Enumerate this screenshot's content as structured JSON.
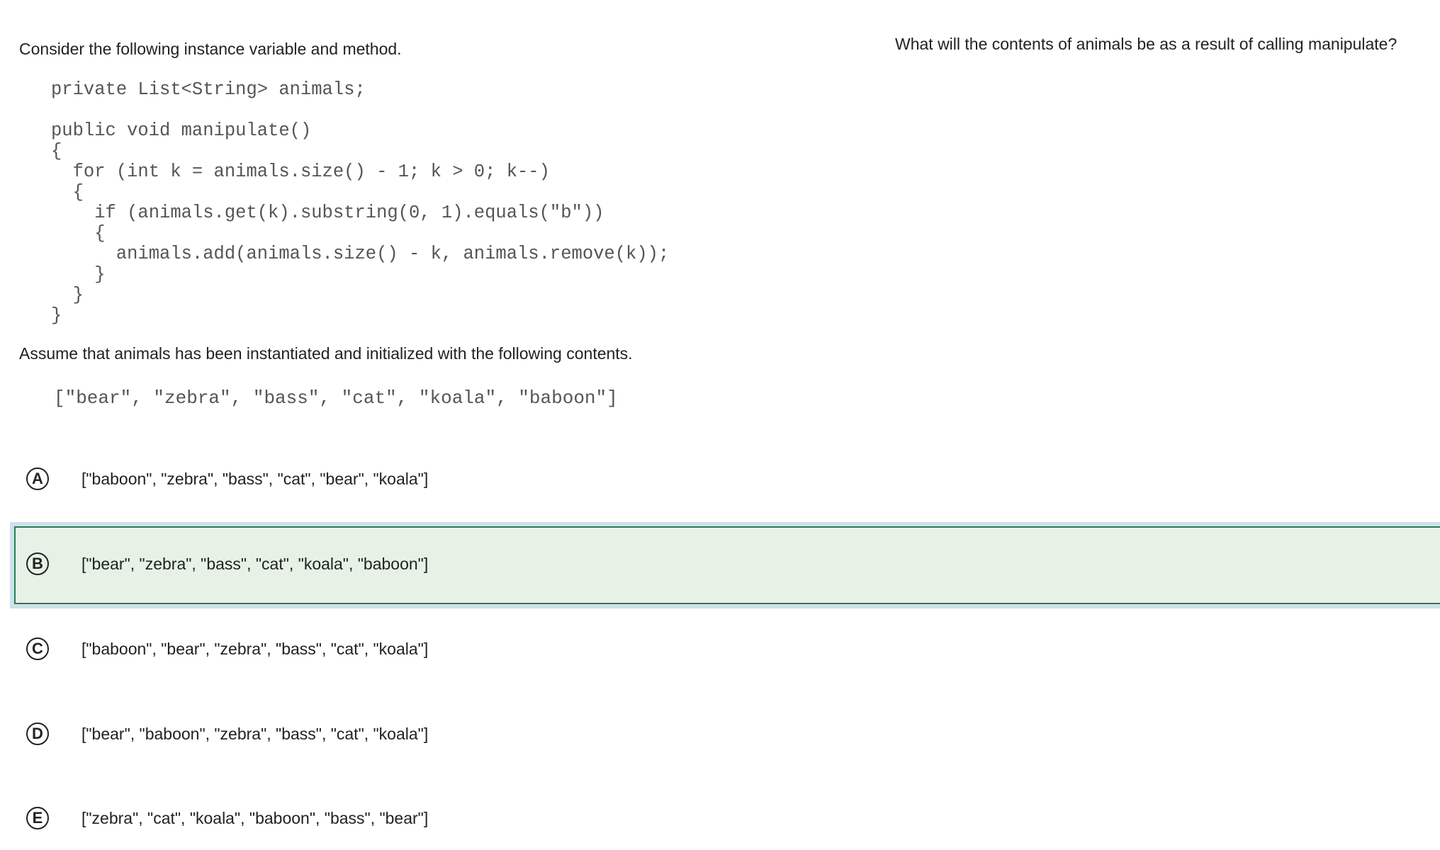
{
  "intro": "Consider the following instance variable and method.",
  "question": "What will the contents of animals be as a result of calling manipulate?",
  "code": [
    "private List<String> animals;",
    "",
    "public void manipulate()",
    "{",
    "  for (int k = animals.size() - 1; k > 0; k--)",
    "  {",
    "    if (animals.get(k).substring(0, 1).equals(\"b\"))",
    "    {",
    "      animals.add(animals.size() - k, animals.remove(k));",
    "    }",
    "  }",
    "}"
  ],
  "assume": "Assume that animals has been instantiated and initialized with the following contents.",
  "initial_contents": "[\"bear\", \"zebra\", \"bass\", \"cat\", \"koala\", \"baboon\"]",
  "selected_option": "B",
  "colors": {
    "selected_background": "#e6f2e6",
    "selected_border": "#2e7d4f",
    "selected_outline": "#cfe0ee"
  },
  "options": [
    {
      "letter": "A",
      "text": "[\"baboon\", \"zebra\", \"bass\", \"cat\", \"bear\", \"koala\"]"
    },
    {
      "letter": "B",
      "text": "[\"bear\", \"zebra\", \"bass\", \"cat\", \"koala\", \"baboon\"]"
    },
    {
      "letter": "C",
      "text": "[\"baboon\", \"bear\", \"zebra\", \"bass\", \"cat\", \"koala\"]"
    },
    {
      "letter": "D",
      "text": "[\"bear\", \"baboon\", \"zebra\", \"bass\", \"cat\", \"koala\"]"
    },
    {
      "letter": "E",
      "text": "[\"zebra\", \"cat\", \"koala\", \"baboon\", \"bass\", \"bear\"]"
    }
  ]
}
